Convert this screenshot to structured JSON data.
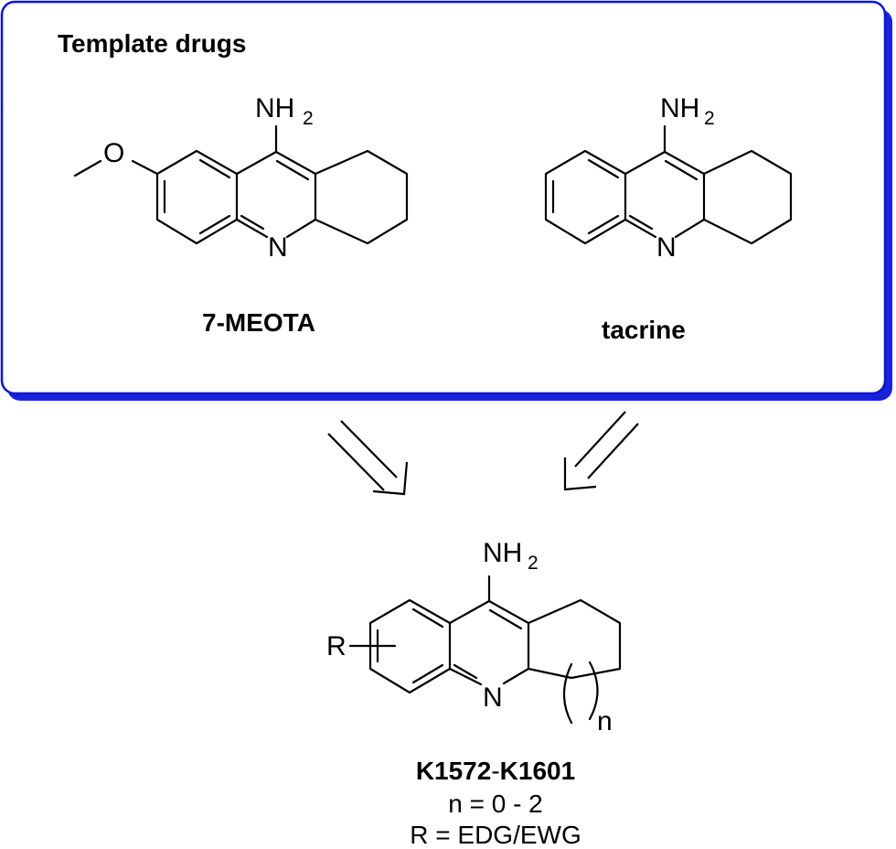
{
  "panel": {
    "heading": "Template drugs",
    "border_color": "#0a14e6",
    "shadow_color": "#1a22d8"
  },
  "molecules": {
    "meota": {
      "label": "7-MEOTA",
      "amine": "NH",
      "amine_sub": "2",
      "ring_n": "N",
      "oxygen": "O"
    },
    "tacrine": {
      "label": "tacrine",
      "amine": "NH",
      "amine_sub": "2",
      "ring_n": "N"
    },
    "product": {
      "code_a": "K1572",
      "code_sep": "-",
      "code_b": "K1601",
      "amine": "NH",
      "amine_sub": "2",
      "ring_n": "N",
      "r_group": "R",
      "n_label": "n",
      "line2": "n = 0 - 2",
      "line3": "R = EDG/EWG"
    }
  }
}
